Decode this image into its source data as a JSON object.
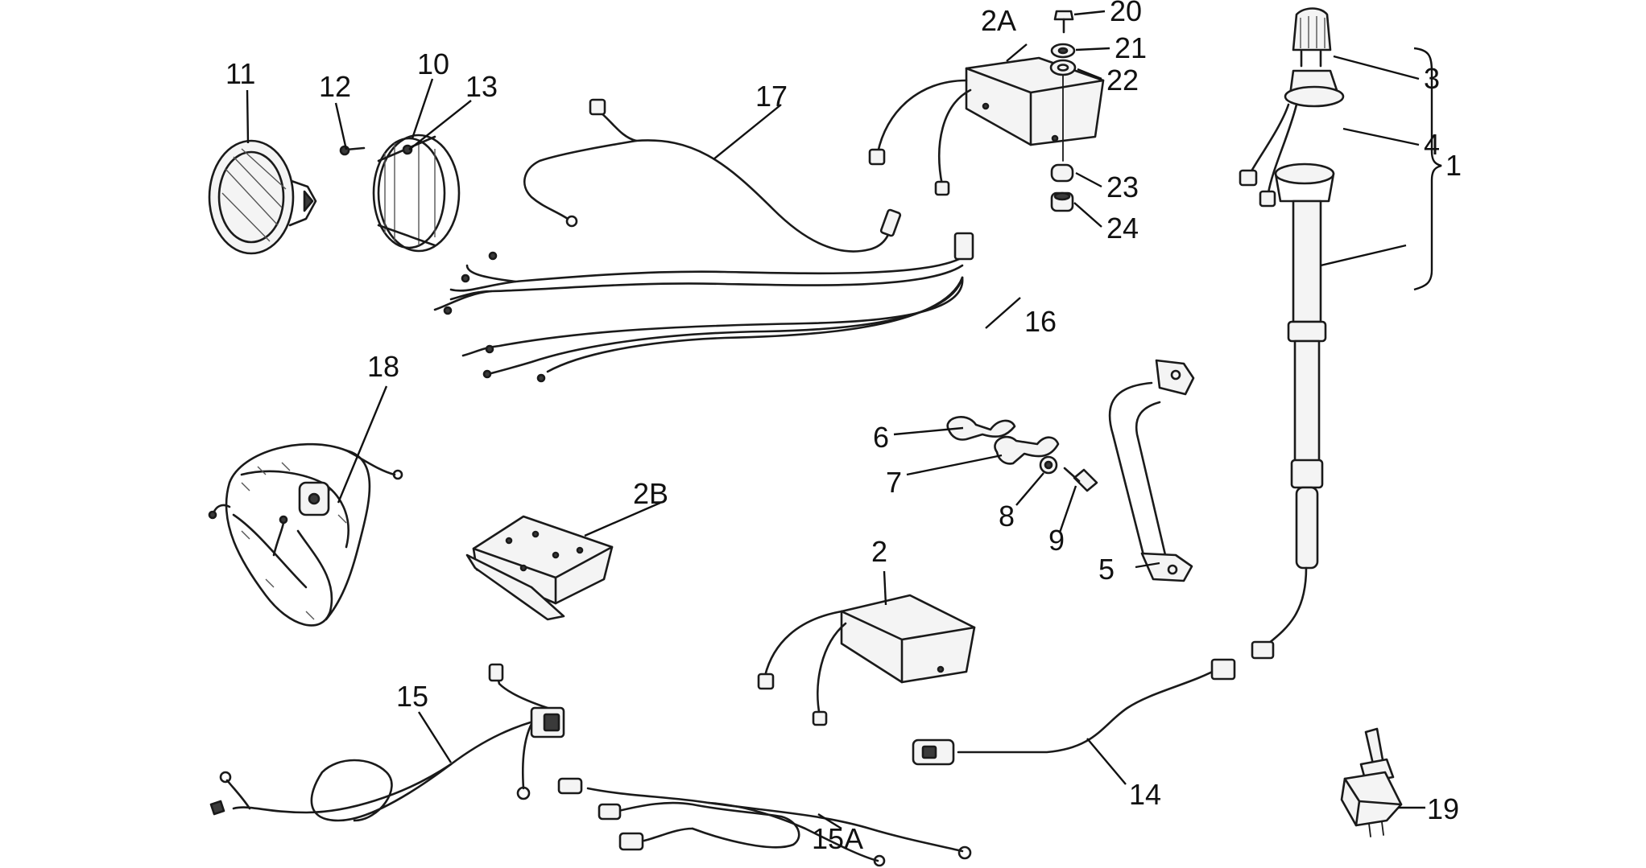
{
  "labels": {
    "l1": "1",
    "l2": "2",
    "l2a": "2A",
    "l2b": "2B",
    "l3": "3",
    "l4": "4",
    "l5": "5",
    "l6": "6",
    "l7": "7",
    "l8": "8",
    "l9": "9",
    "l10": "10",
    "l11": "11",
    "l12": "12",
    "l13": "13",
    "l14": "14",
    "l15": "15",
    "l15a": "15A",
    "l16": "16",
    "l17": "17",
    "l18": "18",
    "l19": "19",
    "l20": "20",
    "l21": "21",
    "l22": "22",
    "l23": "23",
    "l24": "24"
  }
}
